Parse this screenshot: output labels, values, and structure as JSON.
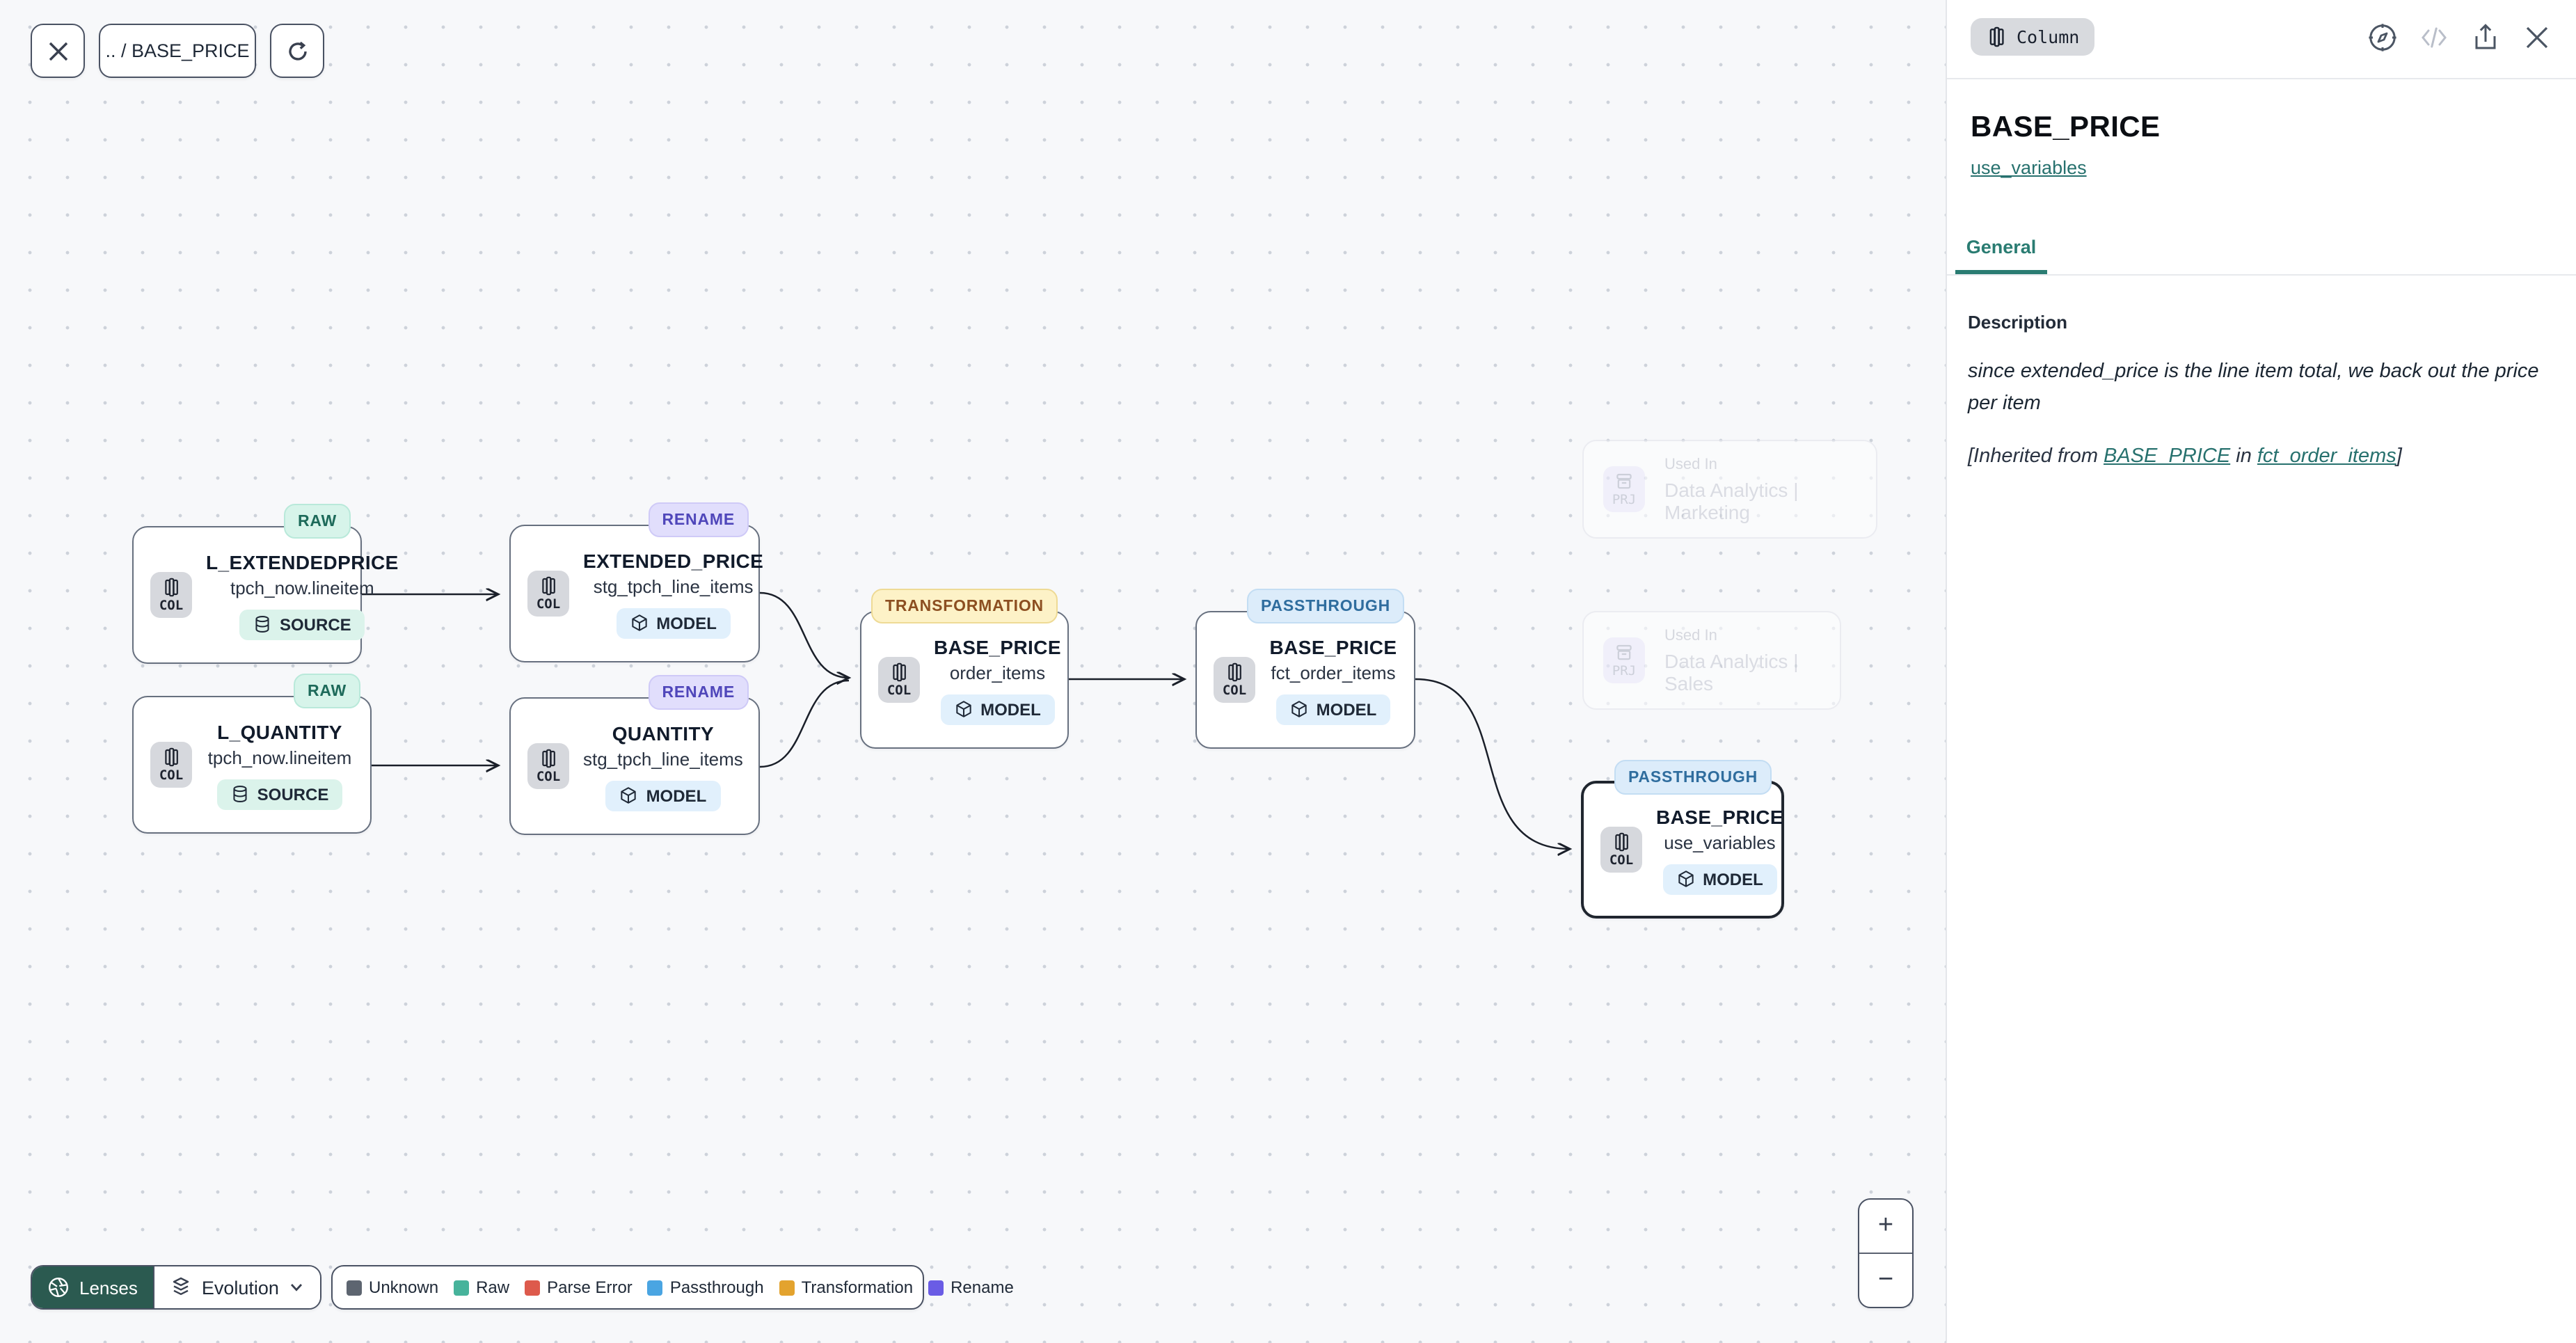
{
  "toolbar": {
    "breadcrumb": ".. / BASE_PRICE"
  },
  "canvas": {
    "nodes": [
      {
        "badge": "RAW",
        "title": "L_EXTENDEDPRICE",
        "subtitle": "tpch_now.lineitem",
        "chip": "COL",
        "tag": "SOURCE"
      },
      {
        "badge": "RENAME",
        "title": "EXTENDED_PRICE",
        "subtitle": "stg_tpch_line_items",
        "chip": "COL",
        "tag": "MODEL"
      },
      {
        "badge": "RAW",
        "title": "L_QUANTITY",
        "subtitle": "tpch_now.lineitem",
        "chip": "COL",
        "tag": "SOURCE"
      },
      {
        "badge": "RENAME",
        "title": "QUANTITY",
        "subtitle": "stg_tpch_line_items",
        "chip": "COL",
        "tag": "MODEL"
      },
      {
        "badge": "TRANSFORMATION",
        "title": "BASE_PRICE",
        "subtitle": "order_items",
        "chip": "COL",
        "tag": "MODEL"
      },
      {
        "badge": "PASSTHROUGH",
        "title": "BASE_PRICE",
        "subtitle": "fct_order_items",
        "chip": "COL",
        "tag": "MODEL"
      },
      {
        "badge": "PASSTHROUGH",
        "title": "BASE_PRICE",
        "subtitle": "use_variables",
        "chip": "COL",
        "tag": "MODEL"
      }
    ],
    "ghosts": [
      {
        "chip": "PRJ",
        "label": "Used In",
        "name": "Data Analytics | Marketing"
      },
      {
        "chip": "PRJ",
        "label": "Used In",
        "name": "Data Analytics | Sales"
      }
    ]
  },
  "footer": {
    "lenses_label": "Lenses",
    "lens_selected": "Evolution",
    "legend": [
      {
        "label": "Unknown",
        "color": "#5d6570"
      },
      {
        "label": "Raw",
        "color": "#47b39b"
      },
      {
        "label": "Parse Error",
        "color": "#dd5a4c"
      },
      {
        "label": "Passthrough",
        "color": "#4aa5e2"
      },
      {
        "label": "Transformation",
        "color": "#e3a32e"
      },
      {
        "label": "Rename",
        "color": "#6a5ce5"
      }
    ]
  },
  "zoom_controls": {
    "zoom_in": "+",
    "zoom_out": "−"
  },
  "panel": {
    "type_badge": "Column",
    "title": "BASE_PRICE",
    "model_link": "use_variables",
    "tabs": [
      {
        "label": "General"
      }
    ],
    "description_label": "Description",
    "description": "since extended_price is the line item total, we back out the price per item",
    "inherited_prefix": "[Inherited from ",
    "inherited_link_column": "BASE_PRICE",
    "inherited_middle": " in ",
    "inherited_link_model": "fct_order_items",
    "inherited_suffix": "]",
    "accent_color": "#27716e"
  }
}
